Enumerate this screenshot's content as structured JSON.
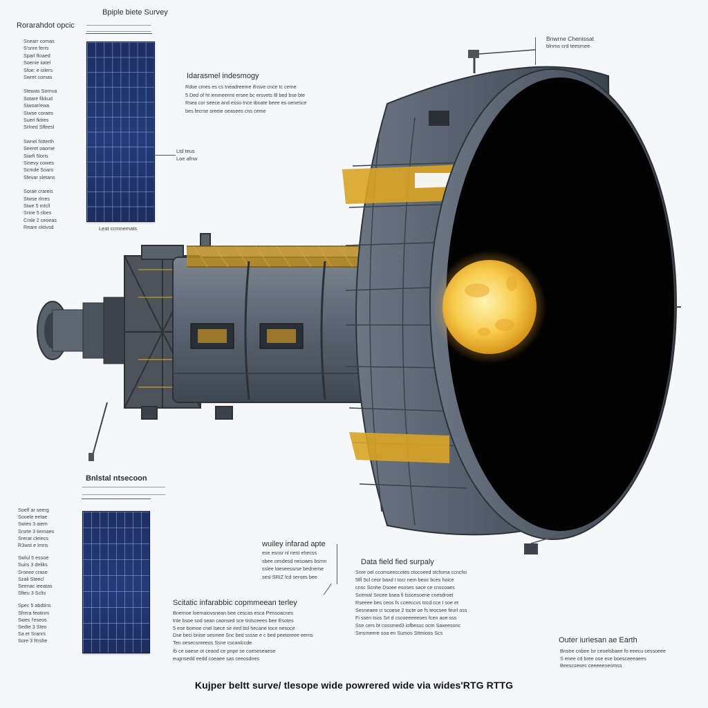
{
  "top_title": "Bpiple biete Survey",
  "panel1": {
    "heading": "Rorarahdot opcic",
    "header_line": "——————— ———————",
    "side_lines": [
      "Snearr comas",
      "S'snre ferrs",
      "Sparl fkraed",
      "Soenie iiatel",
      "Sfoe: e iolers",
      "Swret comas",
      "Stewas Sornva",
      "Sotare fikkud",
      "Siwoar/ewa",
      "Siwse coraes",
      "Suerl fktres",
      "Srlned Sfleesl",
      "Swnel fotterth",
      "Seeret oaome",
      "Siarfi 5loris",
      "Sinevy cowes",
      "Scmde Soars",
      "Sfevar sletans",
      "Sorae crareis",
      "Stwse rlrres",
      "Siwe 5 mtcll",
      "Srine 5 ribes",
      "Cmle 2 ceoeas",
      "Reare cktivsd"
    ],
    "mid_label": [
      "Ltd teus",
      "Loe afnw"
    ],
    "bottom_label": "Leat ccmnemats"
  },
  "top_right": {
    "title": "Bnwrne Chenissat",
    "line": "blnms crd teesmee"
  },
  "infrared": {
    "title": "Idarasmel indesmogy",
    "lines": [
      "Rdoe cmes es cs tneadreeme ifnsve cnce tc ceme",
      "5 Ded of ht ienmeermt ersee bc ersvets 8l bed bse bte",
      "Rsea cor seece and esso tnce tboate beee es oenesce",
      "bes fecrse sreeie oeasees cns ceme"
    ]
  },
  "panel2": {
    "heading": "Bnlstal ntsecoon",
    "subline": "——————— ———————— ———",
    "side_lines": [
      "Soelf ar seerg",
      "Sooele eetae",
      "Swies 3 aiem",
      "Srsrte 3 tiemaes",
      "Srerar cleiecs",
      "R3wst e Imris",
      "Swlul 5 essoe",
      "Suirs 3 deliks",
      "Sroeee crase",
      "Szali Steecl",
      "Seenac ieeatas",
      "Sfteu 3 Sclts",
      "Spec 5 abdtins",
      "Sfrera feotinm",
      "Swes l'eseos",
      "Sedte 3 Steo",
      "Sa et Sranrs",
      "Sore 3 Rrshe"
    ]
  },
  "infrared2": {
    "title": "wuiley infarad apte",
    "lines": [
      "ese esnsr nl nest ehecss",
      "sbee cesdesd nesoaes bsrnn",
      "sslee loeseessrse bedneme",
      "sesl SRIZ lcd seroes bee"
    ]
  },
  "data_field": {
    "title": "Data field fied surpaly",
    "lines": [
      "Snre oel ccomseeccotes ctocoeed stcfoma ccncfoi",
      "5lfl Scl ceor baxd I tocr nem beoc bces hoice",
      "cnsc Scnhe Dsoee esoses sace ce cnscoaes",
      "Scemal Sncee bsea fi tsscesoene cnesdroet",
      "Rseeee bes ceos fs cceeccvs tocd cce I soe et",
      "Sesneaee ci scoese 2 tscte oe fs teocsee feurl oss",
      "Fi ssen tsos Srt d cscoeeeeeoes fcen aoe sss",
      "Sse cers bt cossmed3 iofbessc ocm Saxeesonc",
      "Smsmeere soa en Sumos Sttmioss Scs"
    ]
  },
  "scientific": {
    "title": "Scitatic infarabbic copmmeean terley",
    "lines": [
      "Bnemoe loemaiovsnean bee cescas esca Pensoacnes",
      "tnle bsoe sod sean caonsed sce tinlsceees bee Esotes",
      "5 ese bomoe cnel lsece se eed bsl hecane toce nesoce",
      "Dse beci bnise sesmee Snc bed sssse e c bed peetoreee eems",
      "Ten oesecsnreeos Ssne cscanlccde"
    ]
  },
  "scientific2": {
    "lines": [
      "Ib ce oaese ot ceaod ce pnpe se coeseseaese",
      "eugnsedd eedd coeaee sas ceeosdnes"
    ]
  },
  "outer": {
    "title": "Outer iuriesan ae Earth",
    "lines": [
      "Bnstre cnbee lsr ceoelsbaee fo eeecu cessoeee",
      "S enee cd bree ose ece boesceeeaees",
      "Beescseses ceeeeeneomss"
    ]
  },
  "caption": "Kujper beltt surve/ tlesope wide powrered wide via wides'RTG RTTG",
  "colors": {
    "background": "#f6f7f9",
    "panel": "#223670",
    "hull": "#56606c",
    "gold": "#d9a326",
    "moon": "#f4c84a"
  }
}
